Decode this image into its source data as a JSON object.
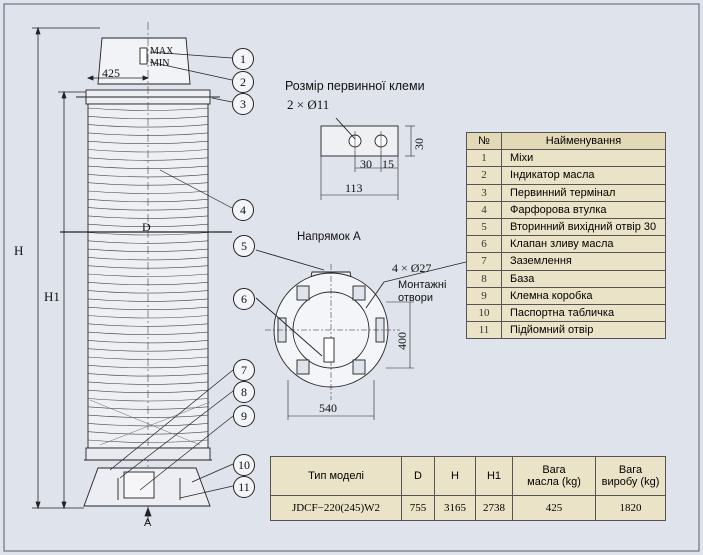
{
  "drawing": {
    "dims": {
      "width_425": "425",
      "H": "H",
      "H1": "H1",
      "D": "D",
      "A_arrow": "A",
      "max": "MAX",
      "min": "MIN"
    },
    "callouts": [
      "1",
      "2",
      "3",
      "4",
      "5",
      "6",
      "7",
      "8",
      "9",
      "10",
      "11"
    ]
  },
  "terminal_view": {
    "title": "Розмір первинної клеми",
    "holes": "2 × Ø11",
    "dim_30_v": "30",
    "dim_30_h": "30",
    "dim_15": "15",
    "dim_113": "113"
  },
  "bottom_view": {
    "title": "Напрямок A",
    "holes": "4 × Ø27",
    "holes_note": "Монтажні\nотвори",
    "dim_400": "400",
    "dim_540": "540"
  },
  "parts_table": {
    "header_num": "№",
    "header_name": "Найменування",
    "rows": [
      {
        "num": "1",
        "name": "Міхи"
      },
      {
        "num": "2",
        "name": " Індикатор масла"
      },
      {
        "num": "3",
        "name": "Первинний термінал"
      },
      {
        "num": "4",
        "name": "Фарфорова втулка"
      },
      {
        "num": "5",
        "name": "Вторинний вихідний отвір 30"
      },
      {
        "num": "6",
        "name": "Клапан зливу масла"
      },
      {
        "num": "7",
        "name": "Заземлення"
      },
      {
        "num": "8",
        "name": "База"
      },
      {
        "num": "9",
        "name": "Клемна коробка"
      },
      {
        "num": "10",
        "name": "Паспортна табличка"
      },
      {
        "num": "11",
        "name": "Підйомний отвір"
      }
    ]
  },
  "spec_table": {
    "headers": [
      "Тип моделі",
      "D",
      "H",
      "H1",
      "Вага\nмасла (kg)",
      "Вага\nвиробу (kg)"
    ],
    "row": [
      "JDCF−220(245)W2",
      "755",
      "3165",
      "2738",
      "425",
      "1820"
    ]
  },
  "colors": {
    "background": "#dfe3ec",
    "table_fill": "#ebe3c7",
    "line": "#222222"
  }
}
